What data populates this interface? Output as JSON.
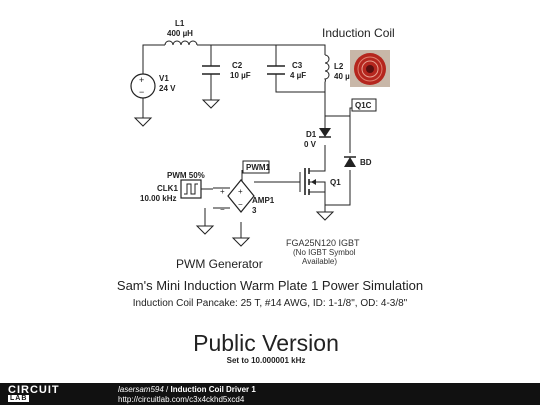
{
  "schematic": {
    "l1": {
      "name": "L1",
      "value": "400 µH"
    },
    "c2": {
      "name": "C2",
      "value": "10 µF"
    },
    "c3": {
      "name": "C3",
      "value": "4 µF"
    },
    "l2": {
      "name": "L2",
      "value": "40 µ"
    },
    "v1": {
      "name": "V1",
      "value": "24 V",
      "plus": "+",
      "minus": "−"
    },
    "d1": {
      "name": "D1",
      "value": "0 V"
    },
    "bd": {
      "name": "BD"
    },
    "q1": {
      "name": "Q1"
    },
    "q1c_tag": "Q1C",
    "pwm1_tag": "PWM1",
    "pwm_note": "PWM 50%",
    "clk1": {
      "name": "CLK1",
      "value": "10.00 kHz"
    },
    "amp1": {
      "name": "AMP1",
      "value": "3",
      "plus": "+",
      "minus": "−"
    },
    "coil_label": "Induction Coil",
    "igbt_label": "FGA25N120 IGBT",
    "igbt_note_1": "(No IGBT Symbol",
    "igbt_note_2": "Available)",
    "pwm_generator": "PWM Generator"
  },
  "title": "Sam's Mini Induction Warm Plate 1 Power Simulation",
  "subtitle": "Induction Coil Pancake: 25 T, #14 AWG, ID: 1-1/8\", OD: 4-3/8\"",
  "version": "Public Version",
  "setting": "Set to 10.000001 kHz",
  "footer": {
    "logo_top": "CIRCUIT",
    "logo_bottom": "LAB",
    "user": "lasersam594",
    "separator": " / ",
    "circuit_name": "Induction Coil Driver 1",
    "url": "http://circuitlab.com/c3x4ckhd5xcd4"
  },
  "colors": {
    "coil_photo": "#b5261e",
    "footer_bg": "#111111"
  }
}
